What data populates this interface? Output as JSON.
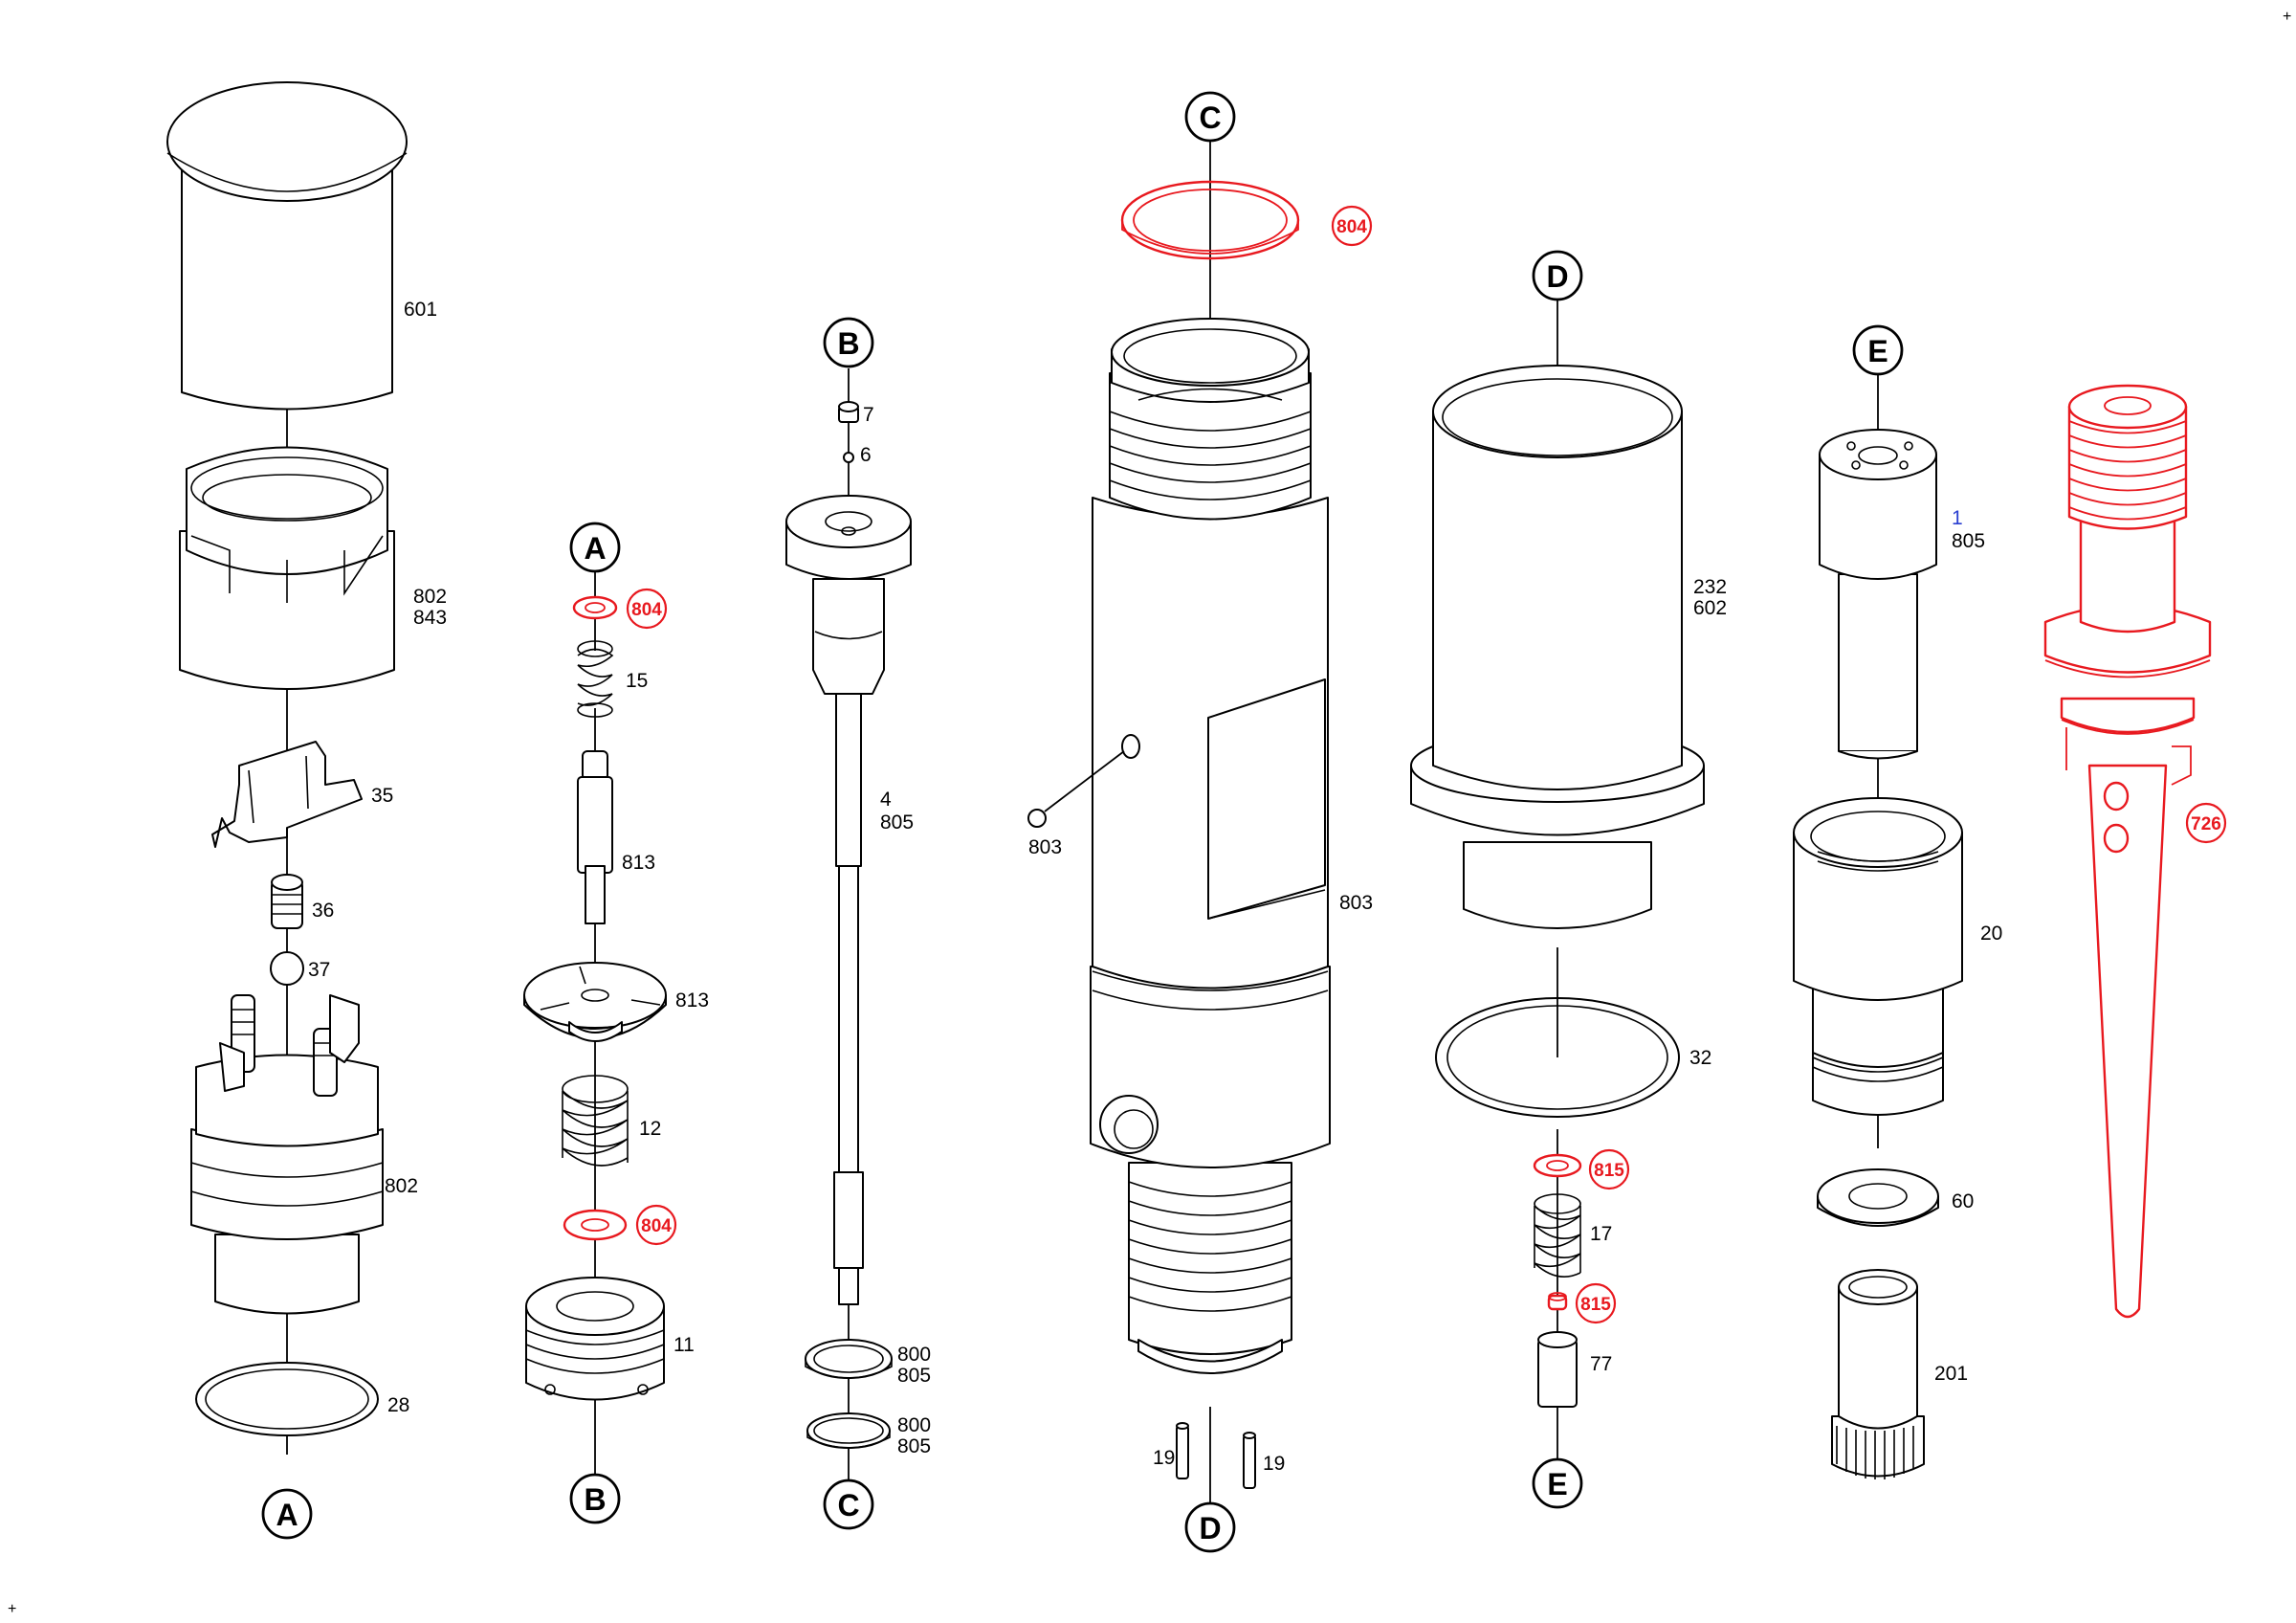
{
  "corner_marks": [
    "+",
    "+"
  ],
  "reference_letters": [
    "A",
    "B",
    "C",
    "D",
    "E"
  ],
  "column1": {
    "labels": [
      "601",
      "802",
      "843",
      "35",
      "36",
      "37",
      "802",
      "28"
    ]
  },
  "column2": {
    "labels": [
      "804",
      "15",
      "813",
      "813",
      "12",
      "804",
      "11"
    ]
  },
  "column3": {
    "labels": [
      "7",
      "6",
      "4",
      "805",
      "800",
      "805",
      "800",
      "805"
    ]
  },
  "column4": {
    "labels": [
      "804",
      "803",
      "803",
      "19",
      "19"
    ]
  },
  "column5": {
    "labels": [
      "232",
      "602",
      "32",
      "815",
      "17",
      "815",
      "77"
    ]
  },
  "column6": {
    "labels": [
      "1",
      "805",
      "20",
      "60",
      "201"
    ]
  },
  "column7": {
    "labels": [
      "726"
    ]
  },
  "colors": {
    "line": "#000000",
    "highlight": "#e8191f",
    "index_blue": "#2a3fd1",
    "background": "#ffffff"
  }
}
